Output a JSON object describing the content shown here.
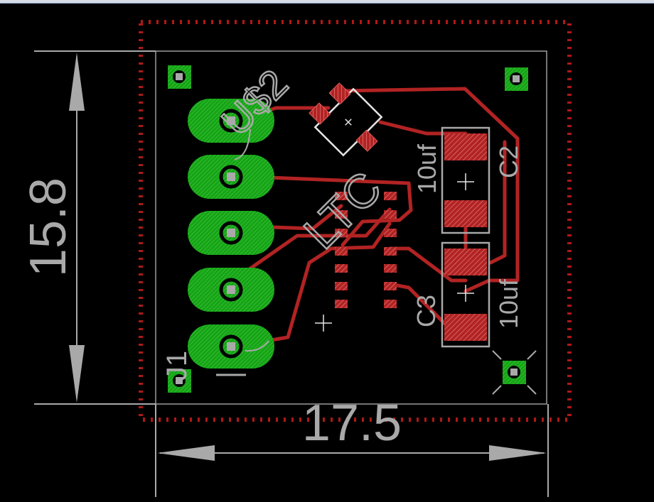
{
  "dimensions": {
    "height_value": "15.8",
    "width_value": "17.5"
  },
  "labels": {
    "u1": "U$2",
    "ltc": "LTC",
    "j1": "J1",
    "c2_name": "C2",
    "c2_value": "10uf",
    "c3_name": "C3",
    "c3_value": "10uf"
  },
  "colors": {
    "background": "#000000",
    "copper_top": "#b22323",
    "pad_green": "#16a416",
    "silkscreen": "#a9a9a9",
    "keepout_dots": "#b01818",
    "dimension": "#a9a9a9"
  },
  "icons": {
    "mounting_hole": "square-via-icon",
    "origin_cross": "plus-icon"
  }
}
